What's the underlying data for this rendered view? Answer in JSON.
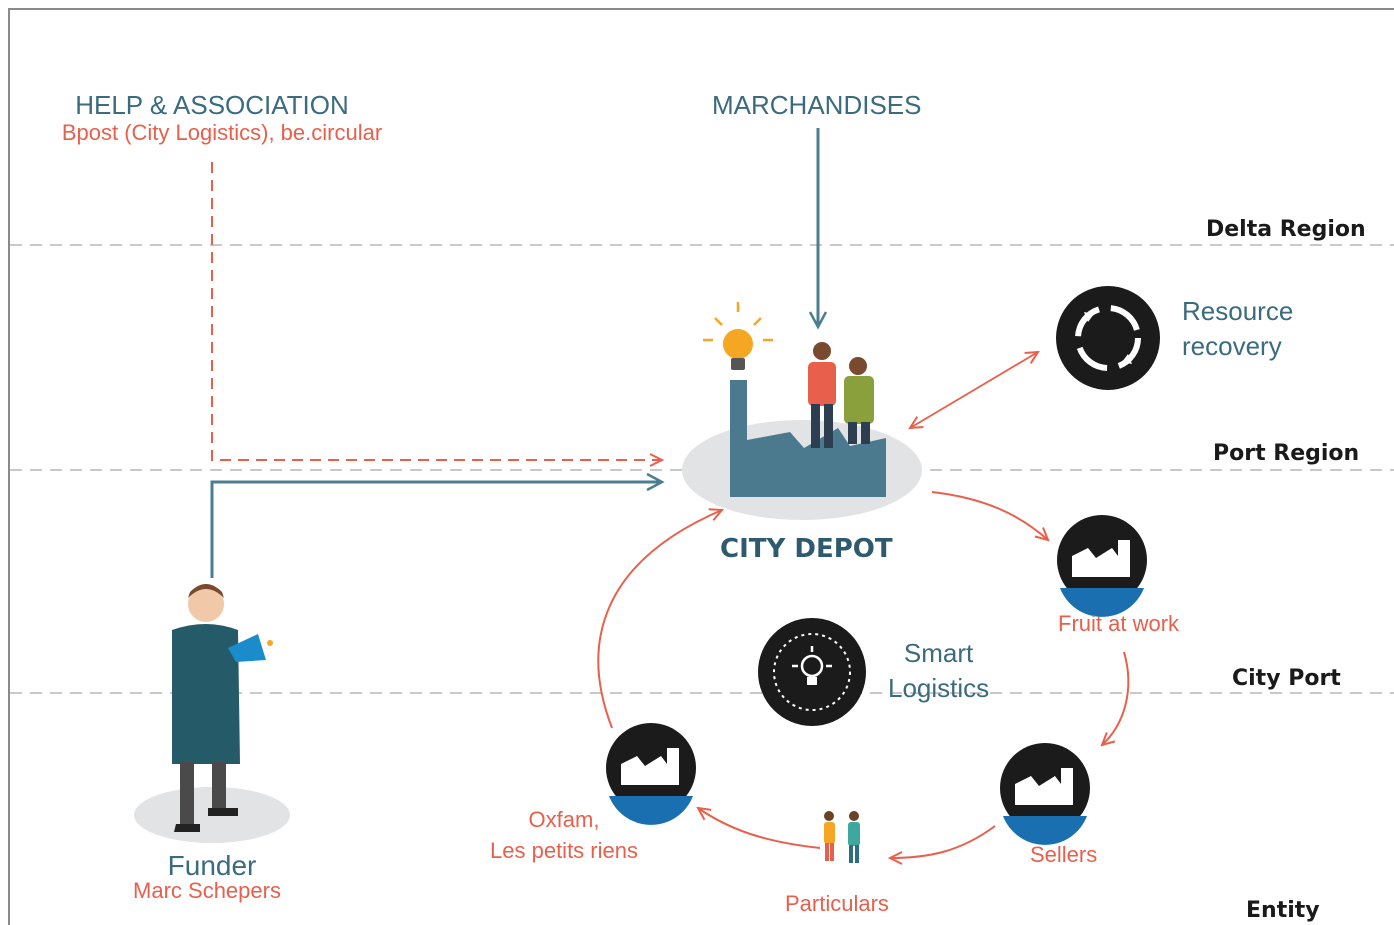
{
  "regions": {
    "delta": "Delta Region",
    "port": "Port Region",
    "city": "City Port",
    "entity": "Entity"
  },
  "help": {
    "title": "HELP & ASSOCIATION",
    "subtitle": "Bpost (City Logistics), be.circular"
  },
  "marchandises": "MARCHANDISES",
  "depot": "CITY DEPOT",
  "resource": {
    "line1": "Resource",
    "line2": "recovery"
  },
  "smart": {
    "line1": "Smart",
    "line2": "Logistics"
  },
  "nodes": {
    "fruit": "Fruit at work",
    "sellers": "Sellers",
    "particulars": "Particulars",
    "oxfam1": "Oxfam,",
    "oxfam2": "Les petits riens"
  },
  "funder": {
    "title": "Funder",
    "name": "Marc Schepers"
  },
  "colors": {
    "teal": "#3a6b7e",
    "coral": "#e8604c",
    "dark": "#1b1b1b",
    "blue_band": "#1a6fb0"
  }
}
